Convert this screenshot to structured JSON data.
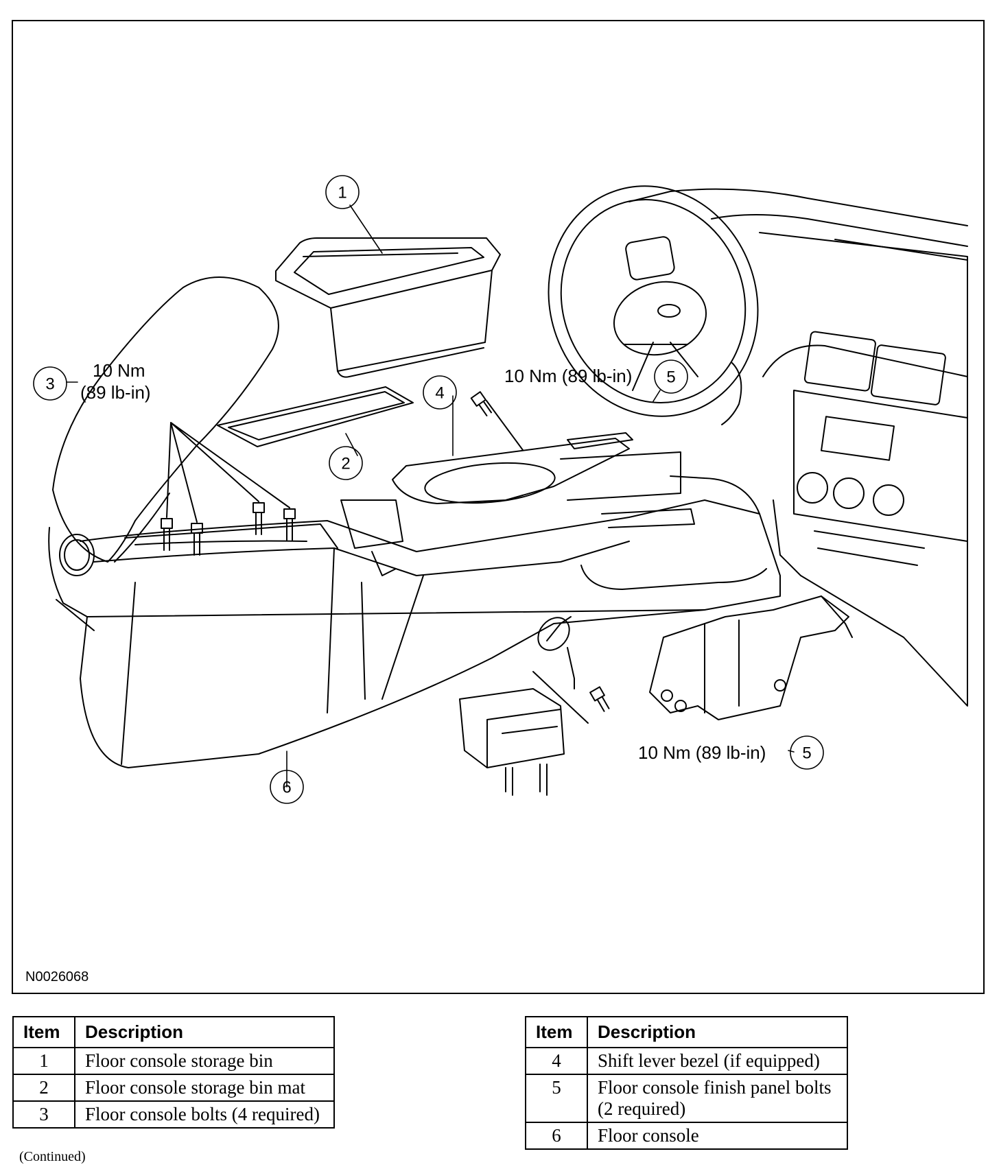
{
  "figure": {
    "id": "N0026068",
    "callouts": {
      "c1": "1",
      "c2": "2",
      "c3": "3",
      "c4": "4",
      "c5a": "5",
      "c5b": "5",
      "c6": "6"
    },
    "torque": {
      "t3_line1": "10 Nm",
      "t3_line2": "(89 lb-in)",
      "t5a": "10 Nm (89 lb-in)",
      "t5b": "10 Nm (89 lb-in)"
    }
  },
  "legend_left": {
    "headers": [
      "Item",
      "Description"
    ],
    "rows": [
      {
        "item": "1",
        "description": "Floor console storage bin"
      },
      {
        "item": "2",
        "description": "Floor console storage bin mat"
      },
      {
        "item": "3",
        "description": "Floor console bolts (4 required)"
      }
    ]
  },
  "legend_right": {
    "headers": [
      "Item",
      "Description"
    ],
    "rows": [
      {
        "item": "4",
        "description": "Shift lever bezel (if equipped)"
      },
      {
        "item": "5",
        "description": "Floor console finish panel bolts (2 required)"
      },
      {
        "item": "6",
        "description": "Floor console"
      }
    ]
  },
  "footer": {
    "continued": "(Continued)"
  }
}
